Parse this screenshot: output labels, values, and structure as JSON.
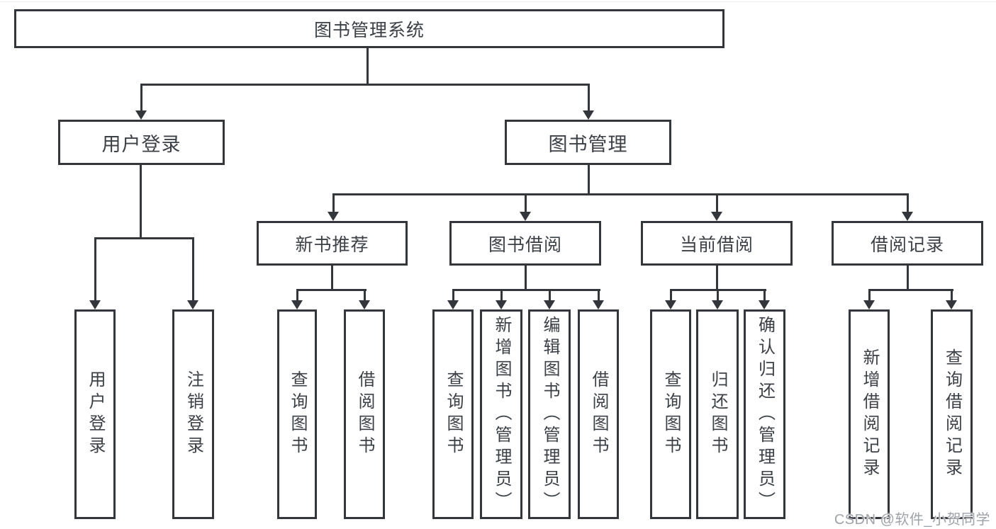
{
  "tree": {
    "root": {
      "label": "图书管理系统"
    },
    "branches": [
      {
        "label": "用户登录",
        "children": [
          {
            "label": "用户登录"
          },
          {
            "label": "注销登录"
          }
        ]
      },
      {
        "label": "图书管理",
        "children": [
          {
            "label": "新书推荐",
            "children": [
              {
                "label": "查询图书"
              },
              {
                "label": "借阅图书"
              }
            ]
          },
          {
            "label": "图书借阅",
            "children": [
              {
                "label": "查询图书"
              },
              {
                "label": "新增图书（管理员）"
              },
              {
                "label": "编辑图书（管理员）"
              },
              {
                "label": "借阅图书"
              }
            ]
          },
          {
            "label": "当前借阅",
            "children": [
              {
                "label": "查询图书"
              },
              {
                "label": "归还图书"
              },
              {
                "label": "确认归还（管理员）"
              }
            ]
          },
          {
            "label": "借阅记录",
            "children": [
              {
                "label": "新增借阅记录"
              },
              {
                "label": "查询借阅记录"
              }
            ]
          }
        ]
      }
    ]
  },
  "watermark": {
    "text": "CSDN @软件_小贺同学"
  },
  "colors": {
    "line": "#33363b",
    "text": "#3b3f46",
    "watermark": "#9ea3aa",
    "background": "#ffffff"
  }
}
